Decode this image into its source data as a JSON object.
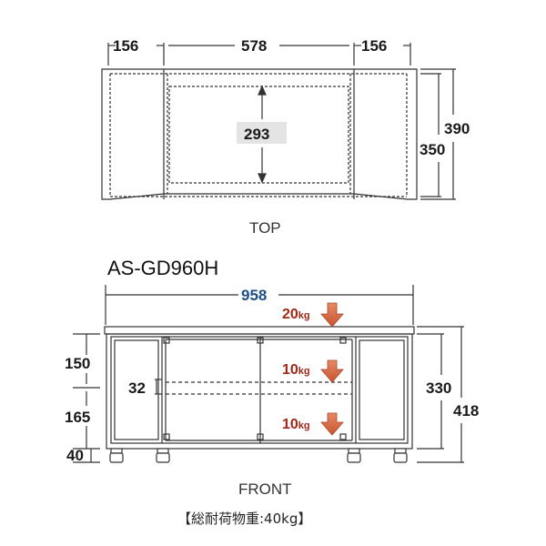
{
  "top_view": {
    "caption": "TOP",
    "width_left": "156",
    "width_center": "578",
    "width_right": "156",
    "inner_depth": "293",
    "depth_inner": "350",
    "depth_total": "390"
  },
  "front_view": {
    "model": "AS-GD960H",
    "caption": "FRONT",
    "width_total": "958",
    "shelf_gap": "32",
    "upper_height": "150",
    "lower_height": "165",
    "caster_height": "40",
    "body_height": "330",
    "total_height": "418",
    "loads": [
      {
        "value": "20",
        "unit": "kg"
      },
      {
        "value": "10",
        "unit": "kg"
      },
      {
        "value": "10",
        "unit": "kg"
      }
    ],
    "load_note": "【総耐荷物重:40kg】"
  },
  "colors": {
    "line": "#333333",
    "width_label": "#1d4f86",
    "load_label": "#a02818",
    "arrow_fill": "#d9704e"
  }
}
